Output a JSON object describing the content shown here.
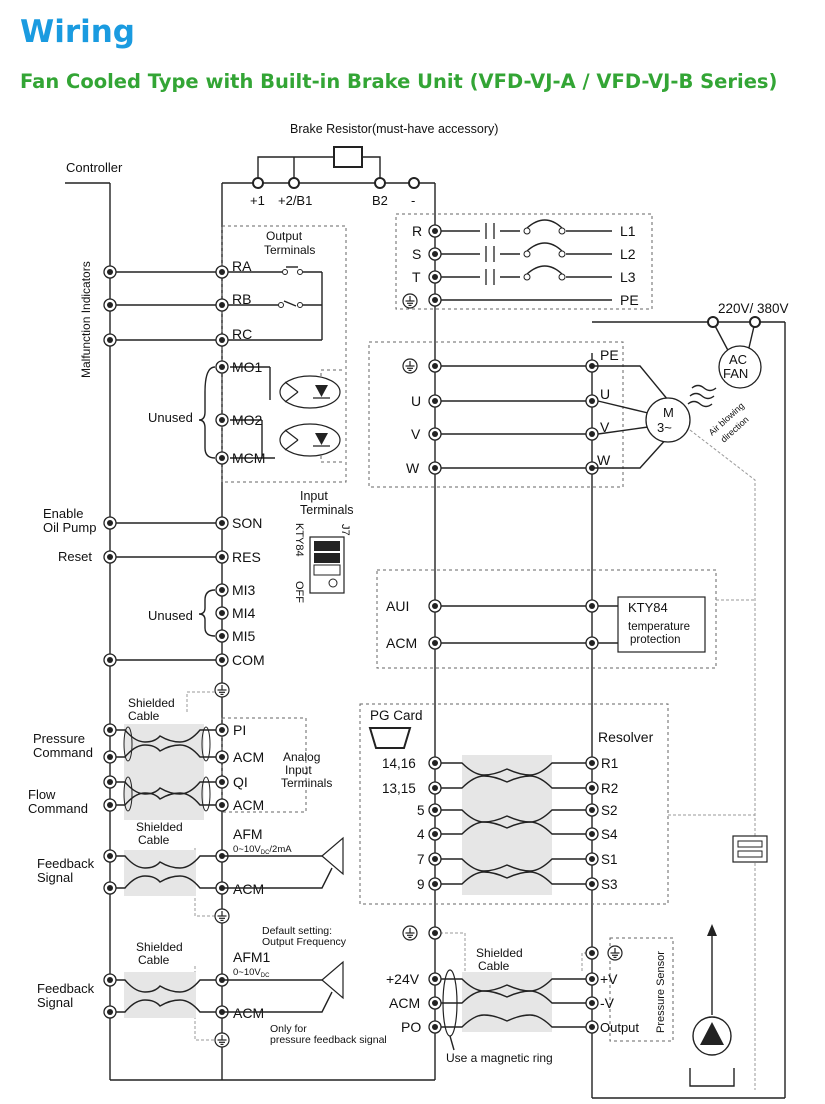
{
  "header": {
    "title": "Wiring",
    "subtitle": "Fan Cooled Type with Built-in Brake Unit (VFD-VJ-A / VFD-VJ-B Series)"
  },
  "brake": {
    "label": "Brake Resistor(must-have accessory)",
    "terminals": [
      "+1",
      "+2/B1",
      "B2",
      "-"
    ]
  },
  "controller": {
    "label": "Controller"
  },
  "malfunction": {
    "label": "Malfunction Indicators"
  },
  "output_terminals": {
    "label_line1": "Output",
    "label_line2": "Terminals",
    "relay": [
      "RA",
      "RB",
      "RC"
    ],
    "mo": [
      "MO1",
      "MO2",
      "MCM"
    ],
    "unused": "Unused"
  },
  "power_in": {
    "terminals": [
      "R",
      "S",
      "T"
    ],
    "lines": [
      "L1",
      "L2",
      "L3",
      "PE"
    ]
  },
  "fan": {
    "voltage": "220V/ 380V",
    "line1": "AC",
    "line2": "FAN",
    "air1": "Air blowing",
    "air2": "direction"
  },
  "motor": {
    "in": [
      "U",
      "V",
      "W"
    ],
    "out": [
      "PE",
      "U",
      "V",
      "W"
    ],
    "line1": "M",
    "line2": "3~"
  },
  "input_terminals": {
    "label_line1": "Input",
    "label_line2": "Terminals",
    "j7": "J7",
    "kty84": "KTY84",
    "off": "OFF",
    "enable_line1": "Enable",
    "enable_line2": "Oil Pump",
    "reset": "Reset",
    "son": "SON",
    "res": "RES",
    "mi": [
      "MI3",
      "MI4",
      "MI5"
    ],
    "com": "COM",
    "unused": "Unused"
  },
  "temp": {
    "aui": "AUI",
    "acm": "ACM",
    "kty": "KTY84",
    "prot1": "temperature",
    "prot2": "protection"
  },
  "analog": {
    "shielded1": "Shielded",
    "shielded2": "Cable",
    "pressure1": "Pressure",
    "pressure2": "Command",
    "flow1": "Flow",
    "flow2": "Command",
    "pi": "PI",
    "acm": "ACM",
    "qi": "QI",
    "label1": "Analog",
    "label2": "Input",
    "label3": "Terminals"
  },
  "pg": {
    "card": "PG Card",
    "resolver": "Resolver",
    "left": [
      "14,16",
      "13,15",
      "5",
      "4",
      "7",
      "9"
    ],
    "right": [
      "R1",
      "R2",
      "S2",
      "S4",
      "S1",
      "S3"
    ]
  },
  "afm": {
    "shielded1": "Shielded",
    "shielded2": "Cable",
    "feedback1": "Feedback",
    "feedback2": "Signal",
    "afm": "AFM",
    "range": "0~10V",
    "range_sub": "DC",
    "range_tail": "/2mA",
    "acm": "ACM",
    "default1": "Default setting:",
    "default2": "Output Frequency"
  },
  "afm1": {
    "shielded1": "Shielded",
    "shielded2": "Cable",
    "feedback1": "Feedback",
    "feedback2": "Signal",
    "afm": "AFM1",
    "range": "0~10V",
    "range_sub": "DC",
    "acm": "ACM",
    "only1": "Only for",
    "only2": "pressure feedback signal"
  },
  "sensor": {
    "shielded1": "Shielded",
    "shielded2": "Cable",
    "left": [
      "+24V",
      "ACM",
      "PO"
    ],
    "right": [
      "+V",
      "-V",
      "Output"
    ],
    "label": "Pressure Sensor",
    "ring": "Use a magnetic ring"
  }
}
